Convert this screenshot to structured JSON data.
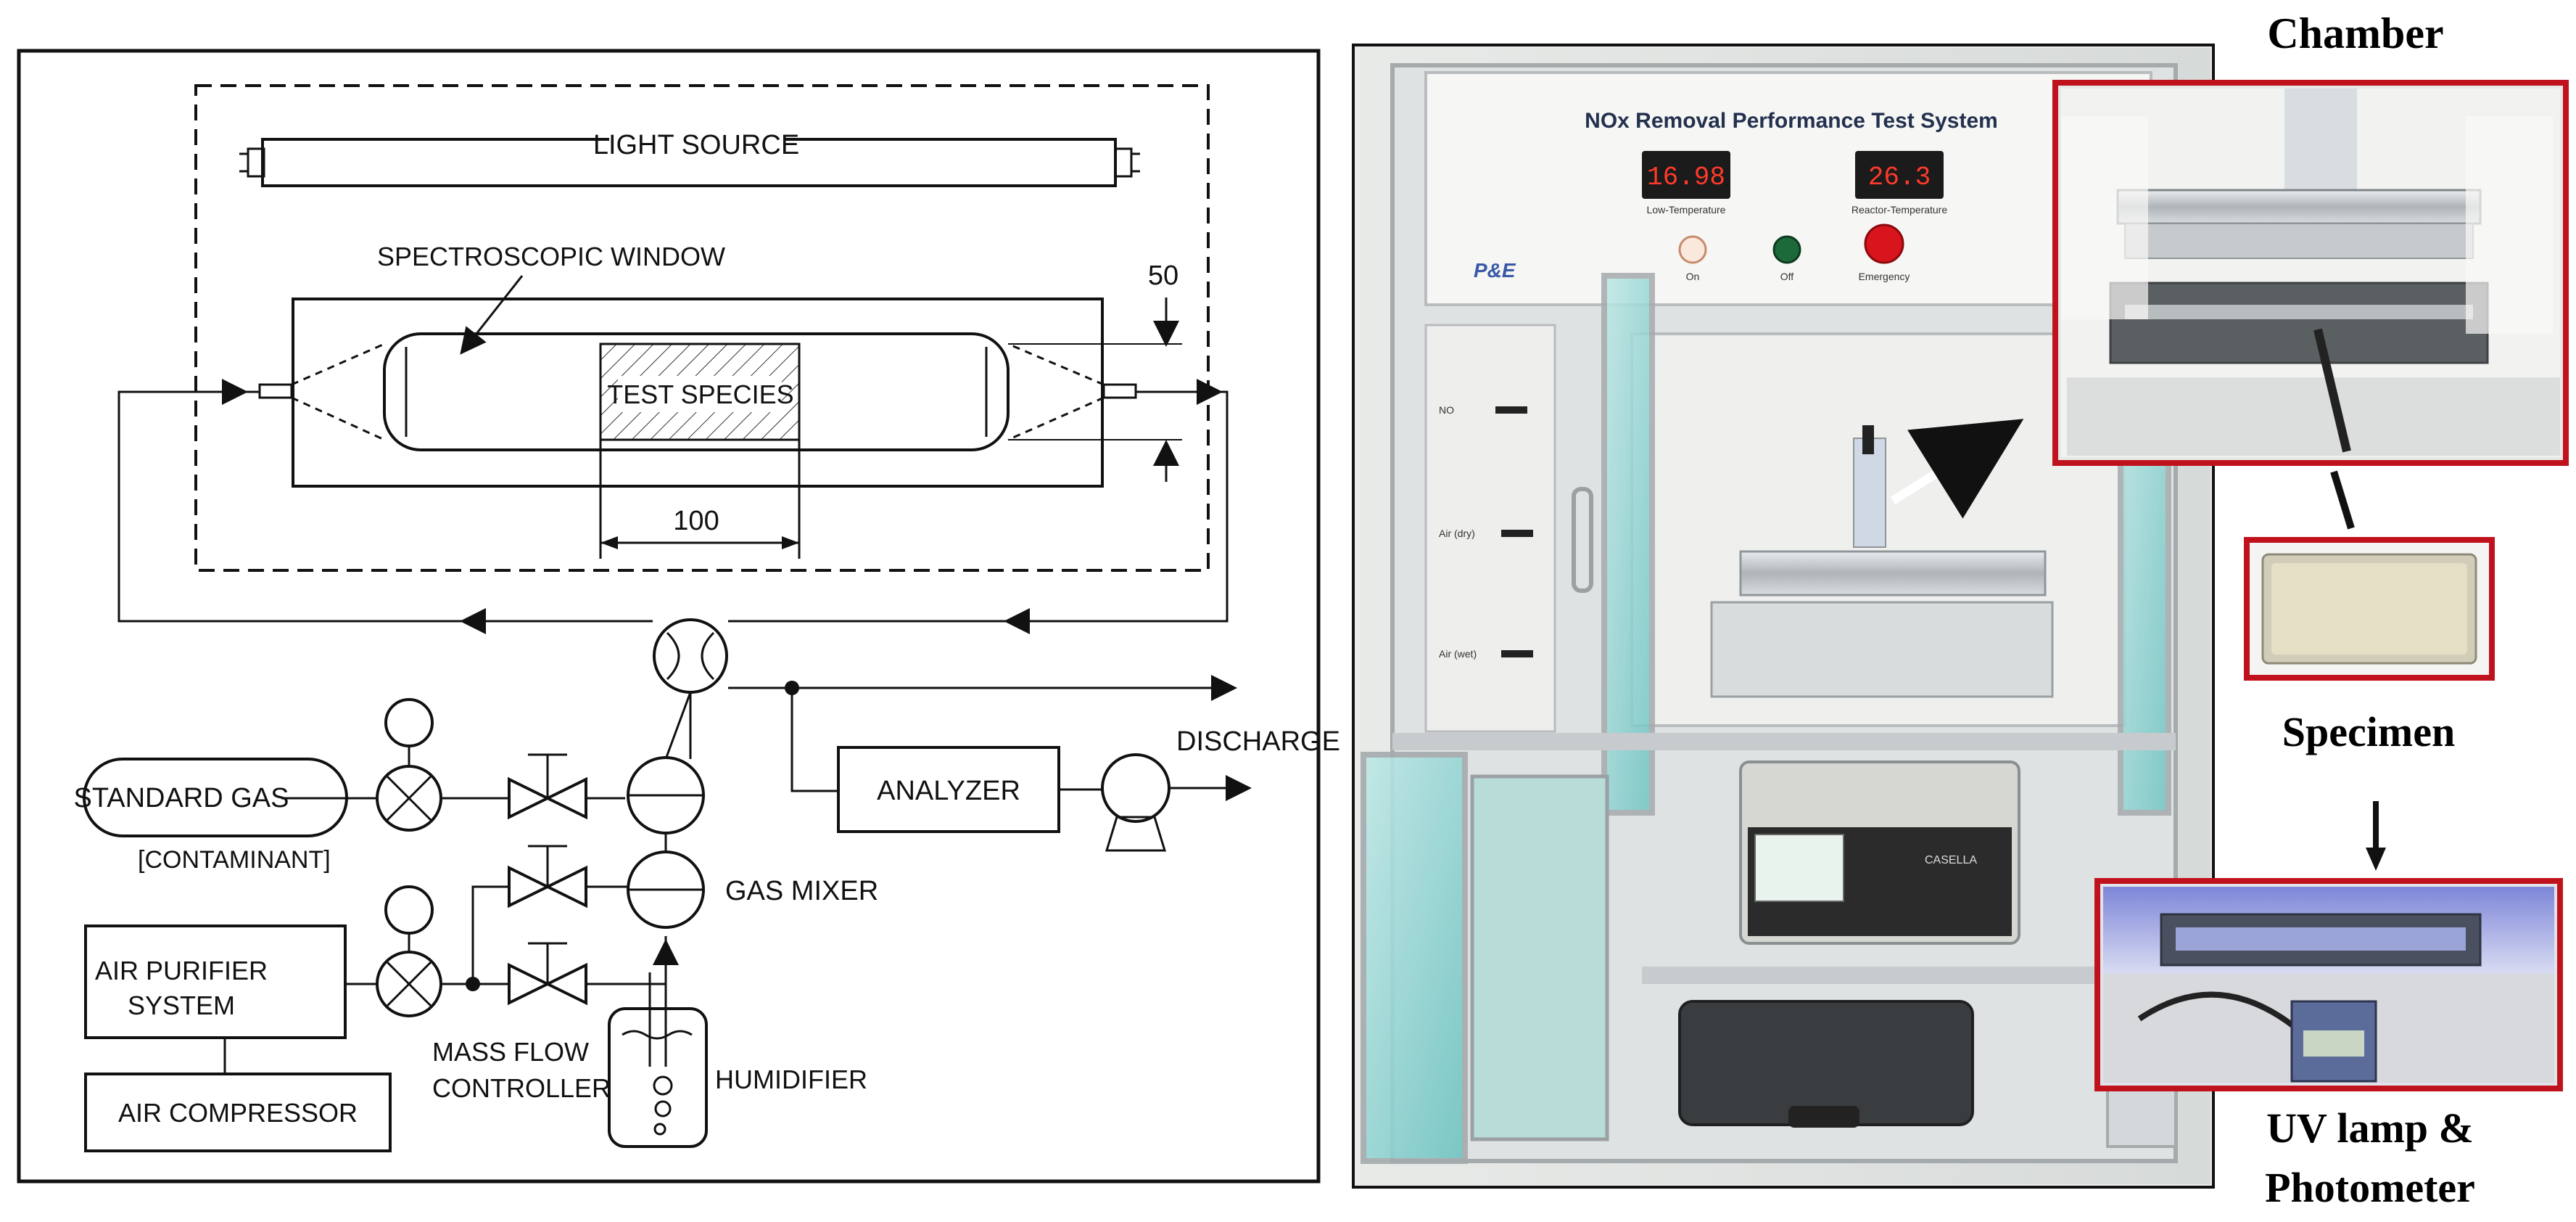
{
  "diagram": {
    "light_source": "LIGHT SOURCE",
    "spectroscopic_window": "SPECTROSCOPIC WINDOW",
    "test_species": "TEST SPECIES",
    "dim_50": "50",
    "dim_100": "100",
    "standard_gas": "STANDARD GAS",
    "contaminant": "[CONTAMINANT]",
    "analyzer": "ANALYZER",
    "discharge": "DISCHARGE",
    "gas_mixer": "GAS MIXER",
    "air_purifier_line1": "AIR PURIFIER",
    "air_purifier_line2": "SYSTEM",
    "air_compressor": "AIR COMPRESSOR",
    "mass_flow_line1": "MASS FLOW",
    "mass_flow_line2": "CONTROLLER",
    "humidifier": "HUMIDIFIER"
  },
  "photo": {
    "panel_title": "NOx Removal Performance Test System",
    "display_low": "16.98",
    "display_low_label": "Low-Temperature",
    "display_reactor": "26.3",
    "display_reactor_label": "Reactor-Temperature",
    "btn_on": "On",
    "btn_off": "Off",
    "btn_emergency": "Emergency",
    "logo": "P&E",
    "switch_no": "NO",
    "switch_air_dry": "Air (dry)",
    "switch_air_wet": "Air (wet)",
    "analyzer_brand": "CASELLA"
  },
  "labels": {
    "chamber": "Chamber",
    "specimen": "Specimen",
    "uv_line1": "UV lamp &",
    "uv_line2": "Photometer"
  },
  "colors": {
    "frame_red": "#c0121c",
    "aluminum": "#cfd3d6",
    "glass": "#9fd8d8",
    "panel_white": "#f4f4f2"
  }
}
